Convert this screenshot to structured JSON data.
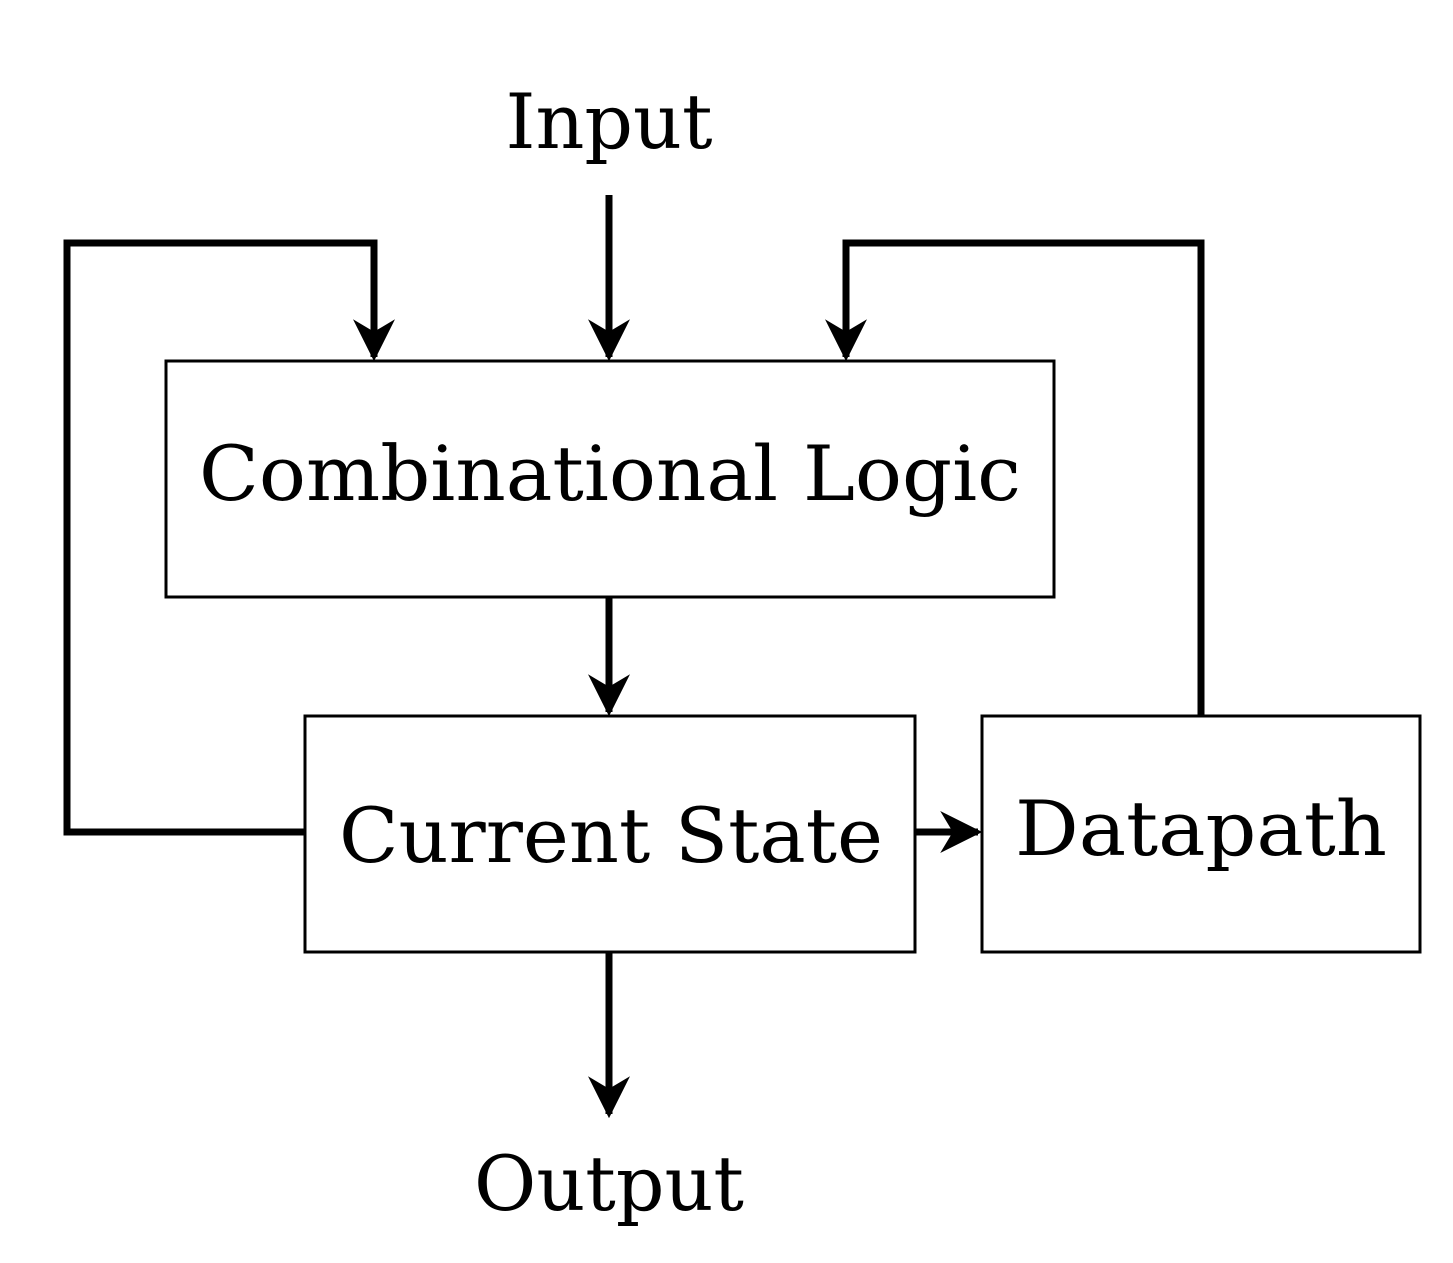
{
  "diagram": {
    "nodes": {
      "input": "Input",
      "combinational_logic": "Combinational Logic",
      "current_state": "Current State",
      "datapath": "Datapath",
      "output": "Output"
    },
    "edges": [
      {
        "from": "input",
        "to": "combinational_logic"
      },
      {
        "from": "current_state",
        "to": "combinational_logic"
      },
      {
        "from": "datapath",
        "to": "combinational_logic"
      },
      {
        "from": "combinational_logic",
        "to": "current_state"
      },
      {
        "from": "current_state",
        "to": "datapath"
      },
      {
        "from": "current_state",
        "to": "output"
      }
    ],
    "colors": {
      "stroke": "#000000",
      "background": "#ffffff"
    }
  }
}
